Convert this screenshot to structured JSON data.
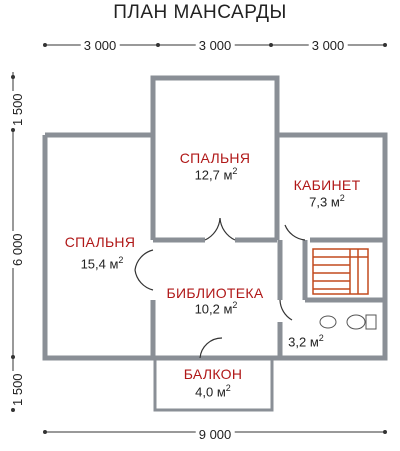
{
  "title": "ПЛАН МАНСАРДЫ",
  "dimensions": {
    "top": [
      "3 000",
      "3 000",
      "3 000"
    ],
    "bottom": "9 000",
    "left": [
      "1 500",
      "6 000",
      "1 500"
    ]
  },
  "rooms": [
    {
      "name": "СПАЛЬНЯ",
      "area": "12,7 м",
      "unit_sup": "2"
    },
    {
      "name": "КАБИНЕТ",
      "area": "7,3 м",
      "unit_sup": "2"
    },
    {
      "name": "СПАЛЬНЯ",
      "area": "15,4 м",
      "unit_sup": "2"
    },
    {
      "name": "БИБЛИОТЕКА",
      "area": "10,2 м",
      "unit_sup": "2"
    },
    {
      "name": "",
      "area": "3,2 м",
      "unit_sup": "2"
    },
    {
      "name": "БАЛКОН",
      "area": "4,0 м",
      "unit_sup": "2"
    }
  ]
}
